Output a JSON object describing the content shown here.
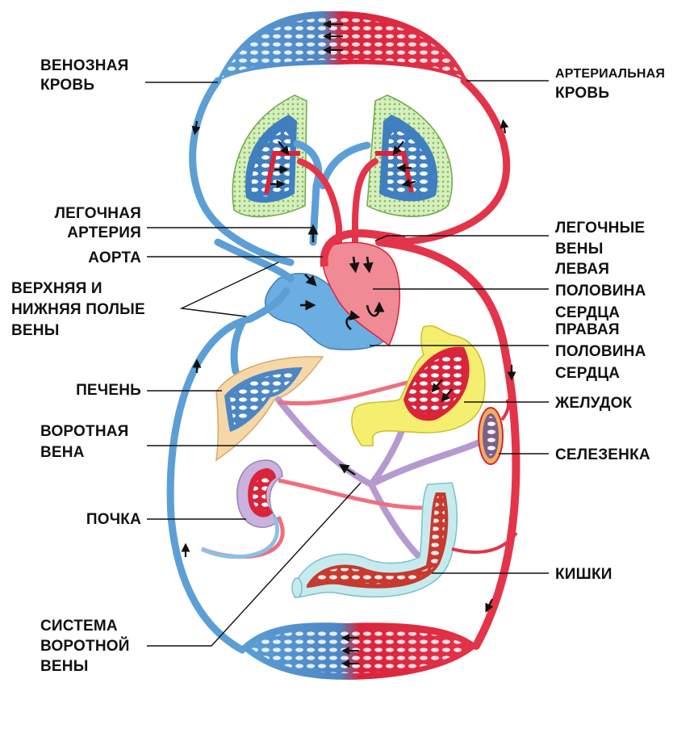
{
  "title_context": "circulatory-system",
  "colors": {
    "venous": "#5b9fd6",
    "venous_dark": "#3f7fbf",
    "arterial": "#e3344a",
    "arterial_light": "#ee6f7d",
    "portal": "#b59ad0",
    "lung": "#9acc6a",
    "liver": "#f3c98f",
    "stomach": "#f2ea5a",
    "kidney": "#c9b2dd",
    "intestine": "#bfe7ea",
    "spleen": "#f0b05a"
  },
  "labels": {
    "venous_blood": "ВЕНОЗНАЯ\nКРОВЬ",
    "arterial_blood_1": "АРТЕРИАЛЬНАЯ",
    "arterial_blood_2": "КРОВЬ",
    "pulmonary_artery": "ЛЕГОЧНАЯ\nАРТЕРИЯ",
    "aorta": "АОРТА",
    "vena_cava": "ВЕРХНЯЯ И\nНИЖНЯЯ ПОЛЫЕ\nВЕНЫ",
    "pulmonary_veins": "ЛЕГОЧНЫЕ\nВЕНЫ",
    "left_heart": "ЛЕВАЯ\nПОЛОВИНА\nСЕРДЦА",
    "right_heart": "ПРАВАЯ\nПОЛОВИНА\nСЕРДЦА",
    "liver": "ПЕЧЕНЬ",
    "portal_vein": "ВОРОТНАЯ\nВЕНА",
    "stomach": "ЖЕЛУДОК",
    "spleen": "СЕЛЕЗЕНКА",
    "kidney": "ПОЧКА",
    "intestines": "КИШКИ",
    "portal_system": "СИСТЕМА\nВОРОТНОЙ\nВЕНЫ"
  }
}
